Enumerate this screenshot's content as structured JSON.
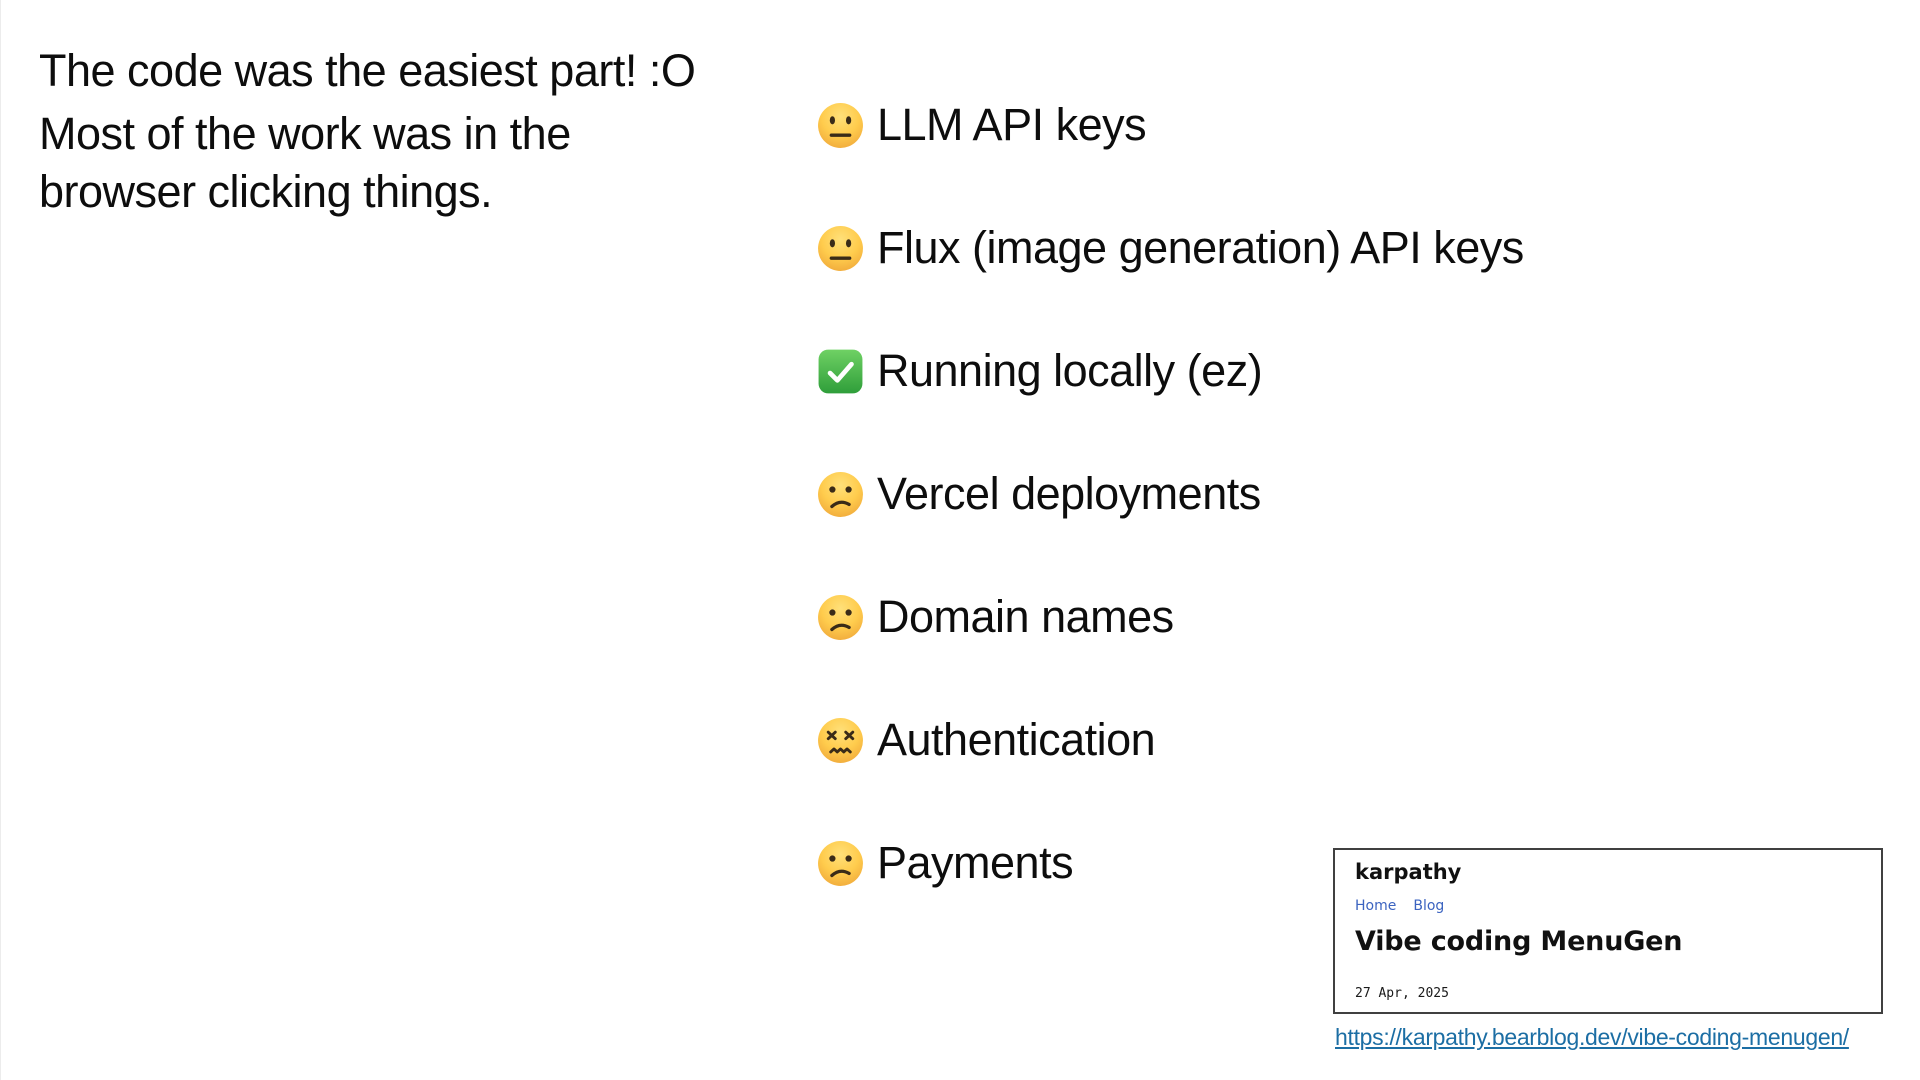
{
  "slide": {
    "headline": "The code was the easiest part! :O",
    "subline": "Most of the work was in the browser clicking things.",
    "checklist": [
      {
        "emoji": "neutral-face",
        "label": "LLM API keys"
      },
      {
        "emoji": "neutral-face",
        "label": "Flux (image generation) API keys"
      },
      {
        "emoji": "check-mark-button",
        "label": "Running locally (ez)"
      },
      {
        "emoji": "confused-face",
        "label": "Vercel deployments"
      },
      {
        "emoji": "confused-face",
        "label": "Domain names"
      },
      {
        "emoji": "confounded-face",
        "label": "Authentication"
      },
      {
        "emoji": "confused-face",
        "label": "Payments"
      }
    ]
  },
  "blog_card": {
    "site_title": "karpathy",
    "nav": {
      "home": "Home",
      "blog": "Blog"
    },
    "post_title": "Vibe coding MenuGen",
    "post_date": "27 Apr, 2025"
  },
  "footer_link": {
    "text": "https://karpathy.bearblog.dev/vibe-coding-menugen/"
  },
  "colors": {
    "text": "#0d0d0d",
    "nav_link_blue": "#3b63c0",
    "external_link_blue": "#1c6ea4",
    "emoji_face_yellow": "#ffcc4d",
    "check_green": "#3fae44",
    "card_border": "#404040"
  }
}
